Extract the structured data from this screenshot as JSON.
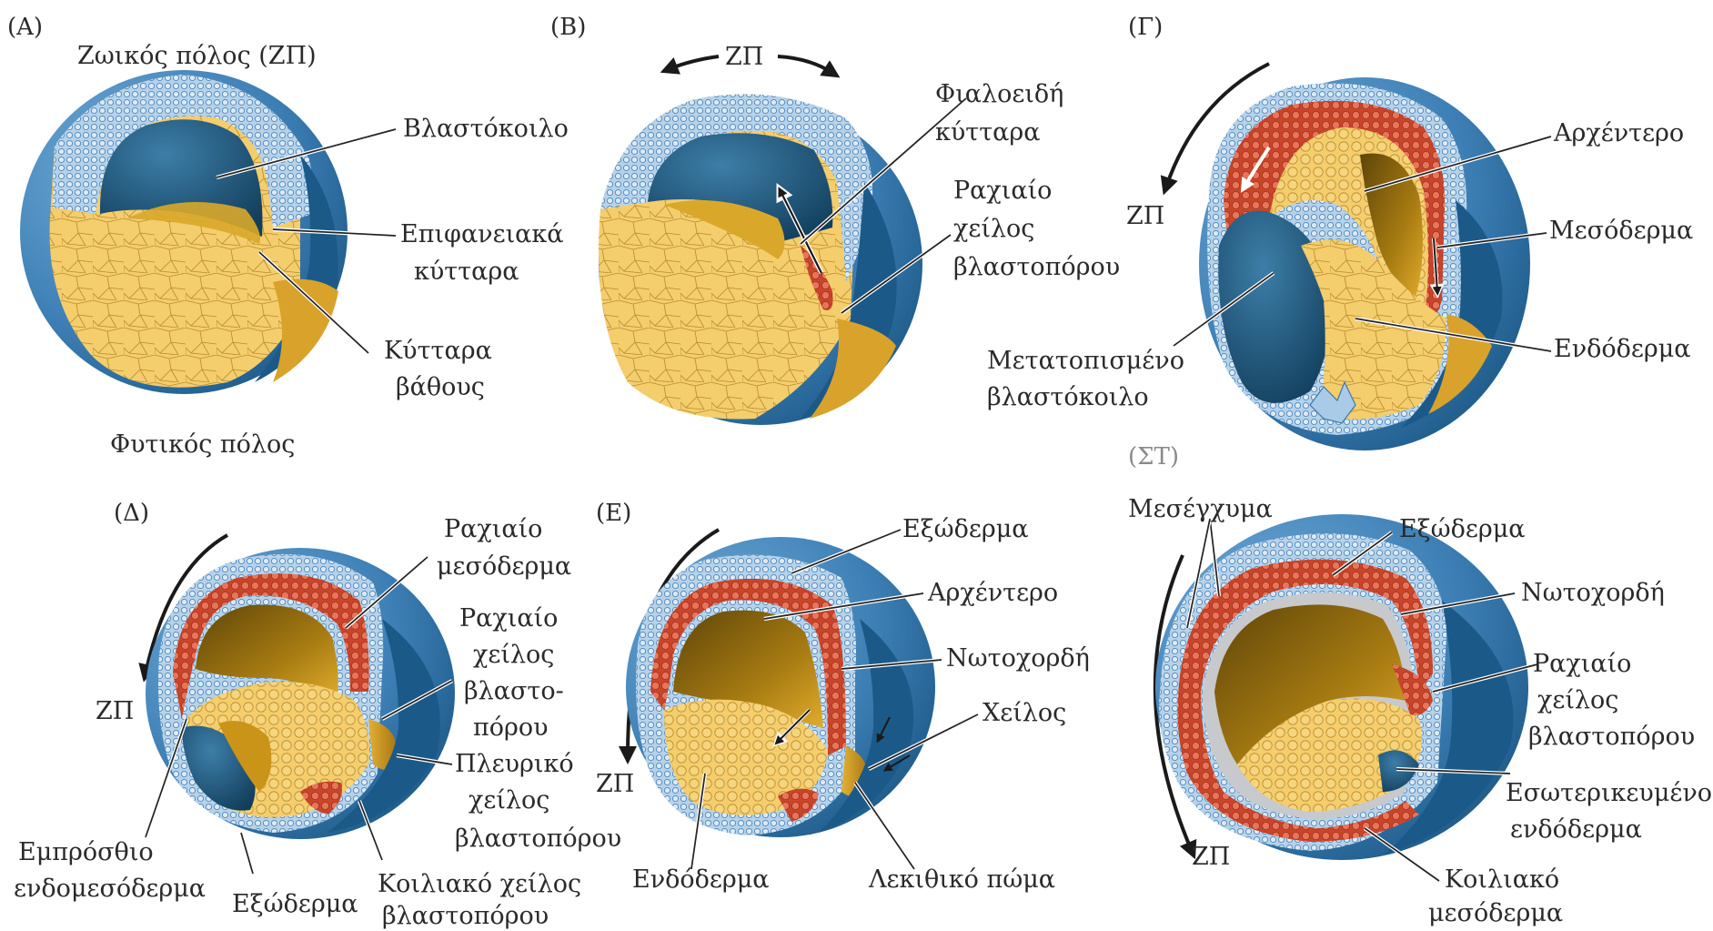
{
  "panels": {
    "A": {
      "letter": "(A)",
      "labels": [
        "Ζωικός πόλος (ΖΠ)",
        "Βλαστόκοιλο",
        "Επιφανειακά",
        "κύτταρα",
        "Κύτταρα",
        "βάθους",
        "Φυτικός πόλος"
      ]
    },
    "B": {
      "letter": "(B)",
      "labels": [
        "ΖΠ",
        "Φιαλοειδή",
        "κύτταρα",
        "Ραχιαίο",
        "χείλος",
        "βλαστοπόρου"
      ]
    },
    "G": {
      "letter": "(Γ)",
      "labels": [
        "ΖΠ",
        "Αρχέντερο",
        "Μεσόδερμα",
        "Ενδόδερμα",
        "Μετατοπισμένο",
        "βλαστόκοιλο"
      ]
    },
    "D": {
      "letter": "(Δ)",
      "labels": [
        "Ραχιαίο",
        "μεσόδερμα",
        "Ραχιαίο",
        "χείλος",
        "βλαστο-",
        "πόρου",
        "ΖΠ",
        "Πλευρικό",
        "χείλος",
        "βλαστοπόρου",
        "Εμπρόσθιο",
        "ενδομεσόδερμα",
        "Εξώδερμα",
        "Κοιλιακό χείλος",
        "βλαστοπόρου"
      ]
    },
    "E": {
      "letter": "(E)",
      "labels": [
        "Εξώδερμα",
        "Αρχέντερο",
        "Νωτοχορδή",
        "Χείλος",
        "ΖΠ",
        "Ενδόδερμα",
        "Λεκιθικό πώμα"
      ]
    },
    "Z": {
      "letter": "(ΣΤ)",
      "labels": [
        "Μεσέγχυμα",
        "Εξώδερμα",
        "Νωτοχορδή",
        "Ραχιαίο",
        "χείλος",
        "βλαστοπόρου",
        "Εσωτερικευμένο",
        "ενδόδερμα",
        "ΖΠ",
        "Κοιλιακό",
        "μεσόδερμα"
      ]
    }
  },
  "colors": {
    "ectoderm_blue": "#5b96c8",
    "ectoderm_dark": "#1f5f93",
    "cavity_blue": "#1c5478",
    "yolk": "#f2c862",
    "yolk_dark": "#c99418",
    "mesoderm": "#d9573a"
  }
}
